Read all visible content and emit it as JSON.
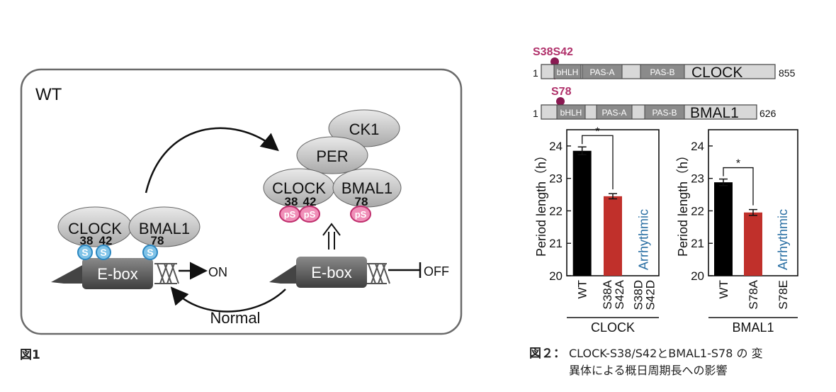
{
  "figure1": {
    "panel_label": "WT",
    "caption": "図1",
    "left_complex": {
      "clock_label": "CLOCK",
      "bmal1_label": "BMAL1",
      "site_38": "38",
      "site_42": "42",
      "site_78": "78",
      "site_badge": "S",
      "ebox_label": "E-box",
      "output_label": "ON"
    },
    "right_complex": {
      "ck1_label": "CK1",
      "per_label": "PER",
      "clock_label": "CLOCK",
      "bmal1_label": "BMAL1",
      "site_38": "38",
      "site_42": "42",
      "site_78": "78",
      "phospho_badge": "pS",
      "ebox_label": "E-box",
      "output_label": "OFF"
    },
    "cycle_label": "Normal"
  },
  "figure2": {
    "caption_label": "図２：",
    "caption_line1": "CLOCK-S38/S42とBMAL1-S78 の 変",
    "caption_line2": "異体による概日周期長への影響",
    "domains": {
      "clock": {
        "start": "1",
        "end": "855",
        "name": "CLOCK",
        "sites_label": "S38S42",
        "bhlh": "bHLH",
        "pas_a": "PAS-A",
        "pas_b": "PAS-B"
      },
      "bmal1": {
        "start": "1",
        "end": "626",
        "name": "BMAL1",
        "sites_label": "S78",
        "bhlh": "bHLH",
        "pas_a": "PAS-A",
        "pas_b": "PAS-B"
      }
    },
    "colors": {
      "wt": "#000000",
      "mutant": "#c0302b",
      "site": "#b0306a",
      "arrhythmic": "#2a6fa3"
    },
    "chart_data": [
      {
        "type": "bar",
        "group": "CLOCK",
        "ylabel": "Period length（h）",
        "ylim": [
          20,
          24.5
        ],
        "yticks": [
          "20",
          "21",
          "22",
          "23",
          "24"
        ],
        "categories": [
          "WT",
          "S38A\nS42A",
          "S38D\nS42D"
        ],
        "values": [
          23.85,
          22.45,
          null
        ],
        "errors": [
          0.12,
          0.08,
          null
        ],
        "annotation": "Arrhythmic",
        "significance": "*"
      },
      {
        "type": "bar",
        "group": "BMAL1",
        "ylabel": "Period length（h）",
        "ylim": [
          20,
          24.5
        ],
        "yticks": [
          "20",
          "21",
          "22",
          "23",
          "24"
        ],
        "categories": [
          "WT",
          "S78A",
          "S78E"
        ],
        "values": [
          22.88,
          21.95,
          null
        ],
        "errors": [
          0.1,
          0.09,
          null
        ],
        "annotation": "Arrhythmic",
        "significance": "*"
      }
    ]
  }
}
